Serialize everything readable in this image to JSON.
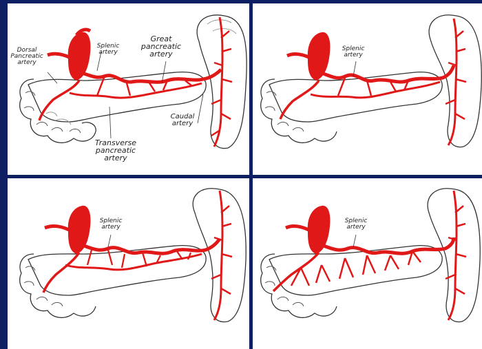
{
  "figure": {
    "panels": [
      {
        "id": "panel-1",
        "labels": {
          "dorsal": [
            "Dorsal",
            "Pancreatic",
            "artery"
          ],
          "splenic": [
            "Splenic",
            "artery"
          ],
          "great": [
            "Great",
            "pancreatic",
            "artery"
          ],
          "caudal": [
            "Caudal",
            "artery"
          ],
          "transverse": [
            "Transverse",
            "pancreatic",
            "artery"
          ]
        }
      },
      {
        "id": "panel-2",
        "labels": {
          "splenic": [
            "Splenic",
            "artery"
          ]
        }
      },
      {
        "id": "panel-3",
        "labels": {
          "splenic": [
            "Splenic",
            "artery"
          ]
        }
      },
      {
        "id": "panel-4",
        "labels": {
          "splenic": [
            "Splenic",
            "artery"
          ]
        }
      }
    ]
  },
  "colors": {
    "background": "#0e1f63",
    "artery": "#e01818",
    "outline": "#333333"
  }
}
